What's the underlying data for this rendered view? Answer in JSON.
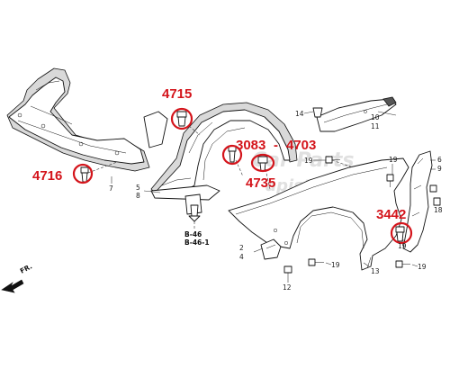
{
  "callouts": {
    "c4715": "4715",
    "c4716": "4716",
    "c3083": "3083",
    "c4703": "4703",
    "c4735": "4735",
    "c3442": "3442",
    "dash_sep": "-"
  },
  "refs": {
    "r7": "7",
    "r5": "5",
    "r8": "8",
    "r14": "14",
    "r19a": "19",
    "r10": "10",
    "r11": "11",
    "r19b": "19",
    "r6": "6",
    "r9": "9",
    "r18": "18",
    "r19c": "19",
    "r2": "2",
    "r4": "4",
    "r12": "12",
    "r19d": "19",
    "r19e": "19",
    "r13": "13",
    "b46": "B-46",
    "b461": "B-46-1",
    "fr": "FR."
  },
  "watermark": {
    "line1": "Car Parts",
    "line2": "apiston.ru"
  },
  "colors": {
    "callout_red": "#d4141b",
    "line": "#111111"
  }
}
